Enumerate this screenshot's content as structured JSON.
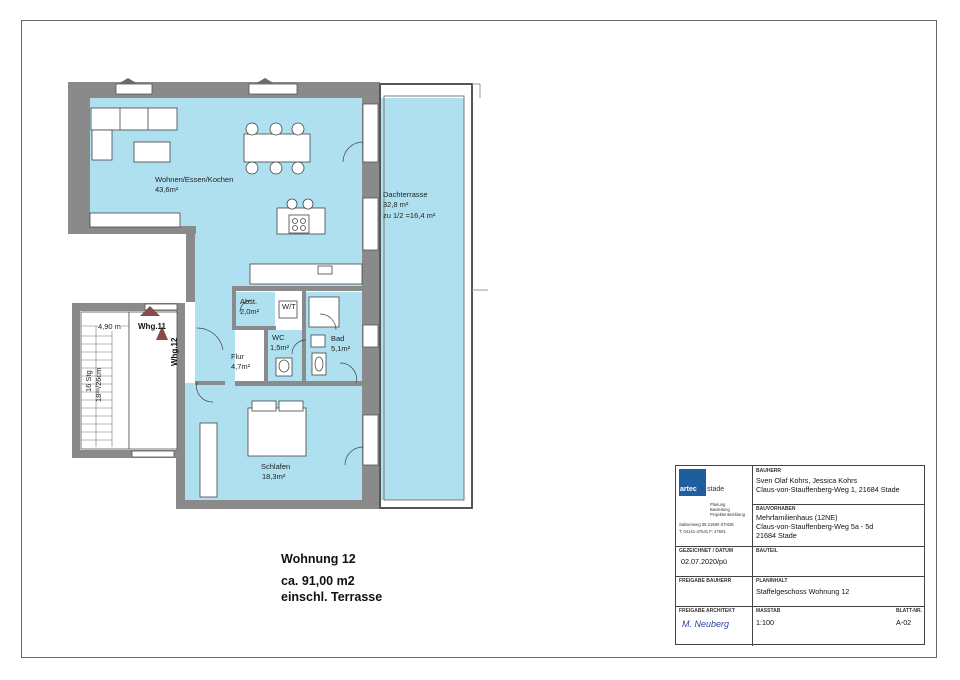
{
  "plan": {
    "rooms": {
      "wohnen_name": "Wohnen/Essen/Kochen",
      "wohnen_area": "43,6m²",
      "terrasse_name": "Dachterrasse",
      "terrasse_area": "32,8 m²",
      "terrasse_calc": "zu 1/2 =16,4 m²",
      "abst_name": "Abst.",
      "abst_area": "2,0m²",
      "wt": "W/T",
      "wc_name": "WC",
      "wc_area": "1,5m²",
      "bad_name": "Bad",
      "bad_area": "5,1m²",
      "flur_name": "Flur",
      "flur_area": "4,7m²",
      "schlafen_name": "Schlafen",
      "schlafen_area": "18,3m²"
    },
    "stair": {
      "width": "4,90 m",
      "steps": "16 Stg",
      "rise": "18³⁸/26cm"
    },
    "units": {
      "left": "Whg.11",
      "right": "Whg.12"
    }
  },
  "summary": {
    "title": "Wohnung 12",
    "area": "ca. 91,00 m2",
    "note": "einschl. Terrasse"
  },
  "titleblock": {
    "logo_word1": "artec",
    "logo_word2": "stade",
    "logo_lines": [
      "Planung",
      "Bauleitung",
      "Projektentwicklung"
    ],
    "address_line1": "Salinenweg 35    21680 STADE",
    "address_line2": "T: 04141-47541   F: 47591",
    "bauherr_label": "BAUHERR",
    "bauherr_line1": "Sven Olaf Kohrs, Jessica Kohrs",
    "bauherr_line2": "Claus-von-Stauffenberg-Weg 1, 21684 Stade",
    "bauvorhaben_label": "BAUVORHABEN",
    "bauvorhaben_line1": "Mehrfamilienhaus (12NE)",
    "bauvorhaben_line2": "Claus-von-Stauffenberg-Weg 5a - 5d",
    "bauvorhaben_line3": "21684 Stade",
    "gezeichnet_label": "GEZEICHNET  /  DATUM",
    "gezeichnet_value": "02.07.2020/pü",
    "bauteil_label": "BAUTEIL",
    "freigabe_bauherr_label": "FREIGABE BAUHERR",
    "planinhalt_label": "PLANINHALT",
    "planinhalt_value": "Staffelgeschoss Wohnung 12",
    "freigabe_architekt_label": "FREIGABE ARCHITEKT",
    "signature": "M. Neuberg",
    "massstab_label": "MASSTAB",
    "massstab_value": "1:100",
    "blatt_label": "BLATT-NR.",
    "blatt_value": "A-02"
  }
}
